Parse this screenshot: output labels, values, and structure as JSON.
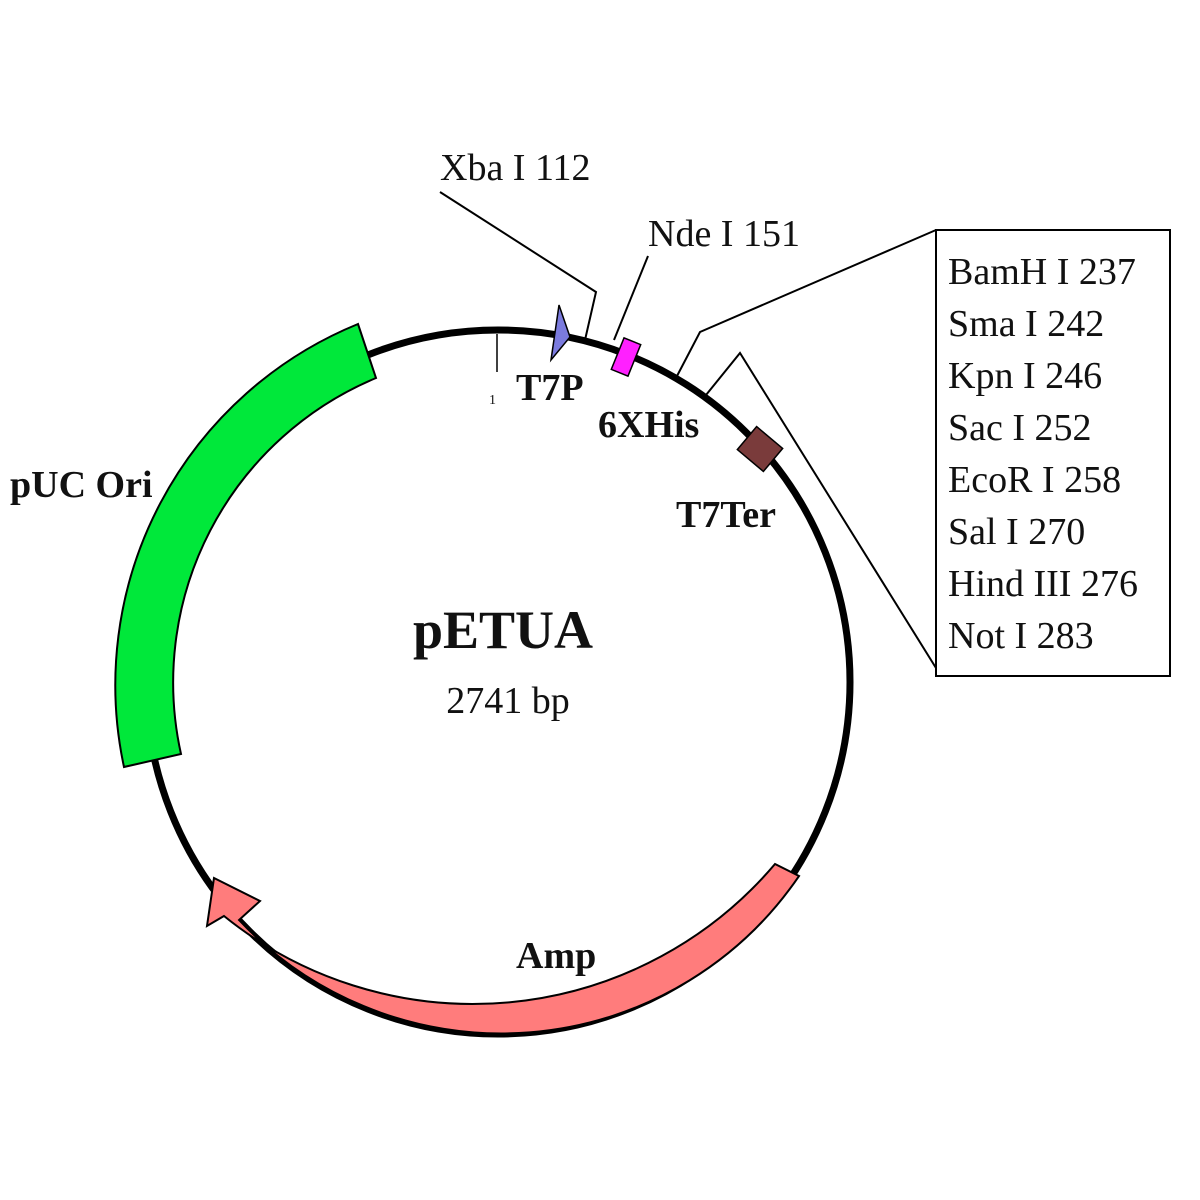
{
  "plasmid": {
    "name": "pETUA",
    "size_label": "2741 bp"
  },
  "sites": {
    "xba": "Xba I 112",
    "nde": "Nde I 151"
  },
  "features": {
    "t7p": "T7P",
    "his": "6XHis",
    "t7ter": "T7Ter",
    "ori": "pUC Ori",
    "amp": "Amp",
    "tick_label": "1"
  },
  "mcs": [
    "BamH I 237",
    "Sma I 242",
    "Kpn I 246",
    "Sac I 252",
    "EcoR I 258",
    "Sal I 270",
    "Hind III 276",
    "Not I 283"
  ],
  "colors": {
    "backbone": "#000000",
    "ori": "#00e83a",
    "amp": "#ff7c7c",
    "t7p": "#7b7bde",
    "his": "#ff20ff",
    "t7ter": "#7a3b3b"
  }
}
